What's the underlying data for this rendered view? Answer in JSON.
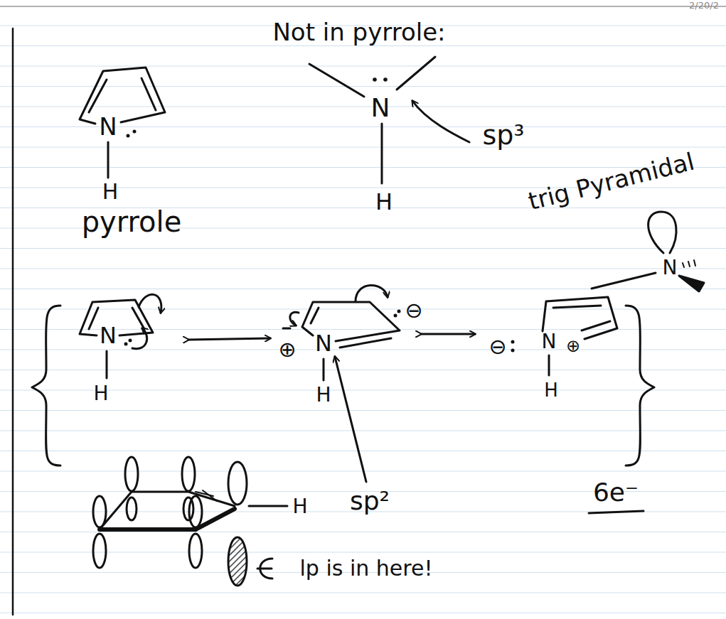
{
  "diagram": {
    "labels": [
      "2/20/2",
      "Not in pyrrole:",
      "N",
      "H",
      "pyrrole",
      "N",
      "H",
      "sp³",
      "trig Pyramidal",
      "N",
      "N",
      "H",
      "⊕",
      "N",
      "H",
      "⊖",
      "⊖",
      "N",
      "⊕",
      "H",
      "H",
      "sp²",
      "lp is in here!",
      "6e⁻"
    ]
  }
}
